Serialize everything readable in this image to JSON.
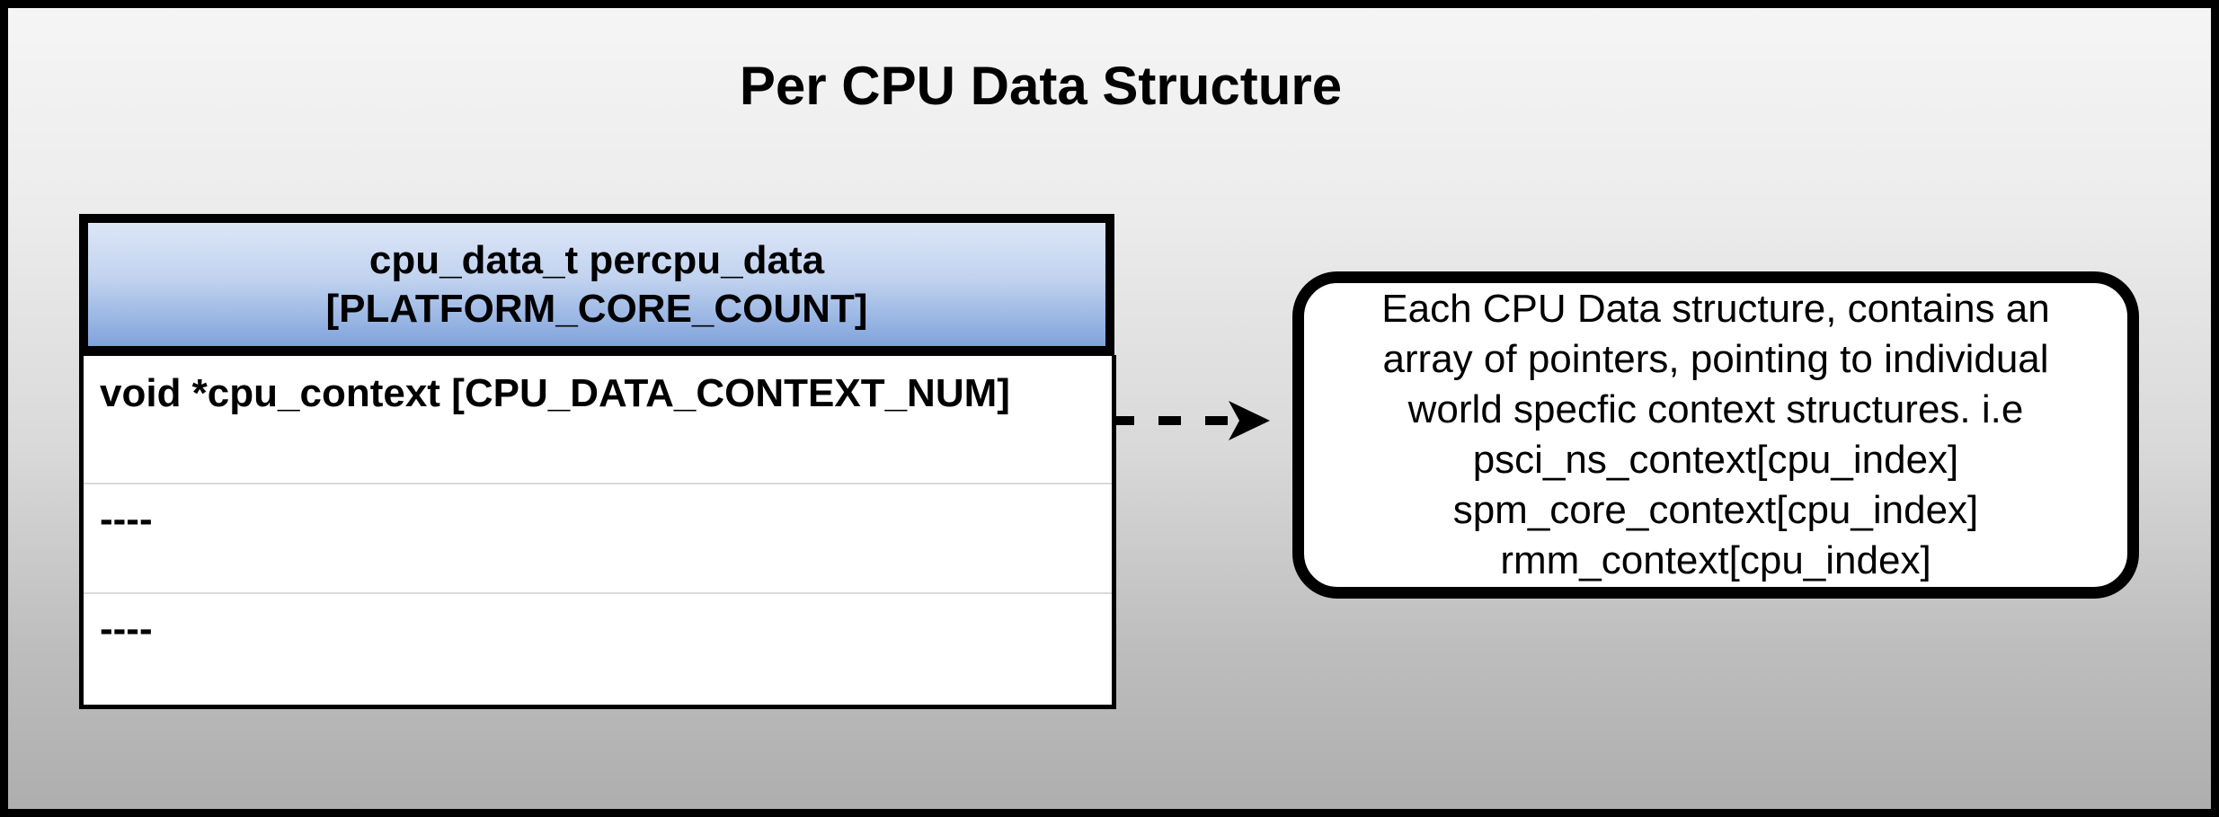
{
  "title": "Per CPU Data Structure",
  "colors": {
    "frame": "#000000",
    "background_top": "#f5f5f5",
    "background_bottom": "#aeaeae",
    "header_fill_top": "#dce6f7",
    "header_fill_bottom": "#7fa3dc",
    "row_fill": "#ffffff",
    "row_separator": "#d9d9d9",
    "arrow": "#000000",
    "text": "#000000"
  },
  "struct_table": {
    "header": {
      "line1": "cpu_data_t percpu_data",
      "line2": "[PLATFORM_CORE_COUNT]"
    },
    "rows": [
      {
        "label": "void *cpu_context [CPU_DATA_CONTEXT_NUM]"
      },
      {
        "label": "----"
      },
      {
        "label": "----"
      }
    ]
  },
  "callout": {
    "lines": [
      "Each CPU Data structure, contains an",
      "array of pointers, pointing to individual",
      "world specfic context structures. i.e",
      "psci_ns_context[cpu_index]",
      "spm_core_context[cpu_index]",
      "rmm_context[cpu_index]"
    ]
  }
}
